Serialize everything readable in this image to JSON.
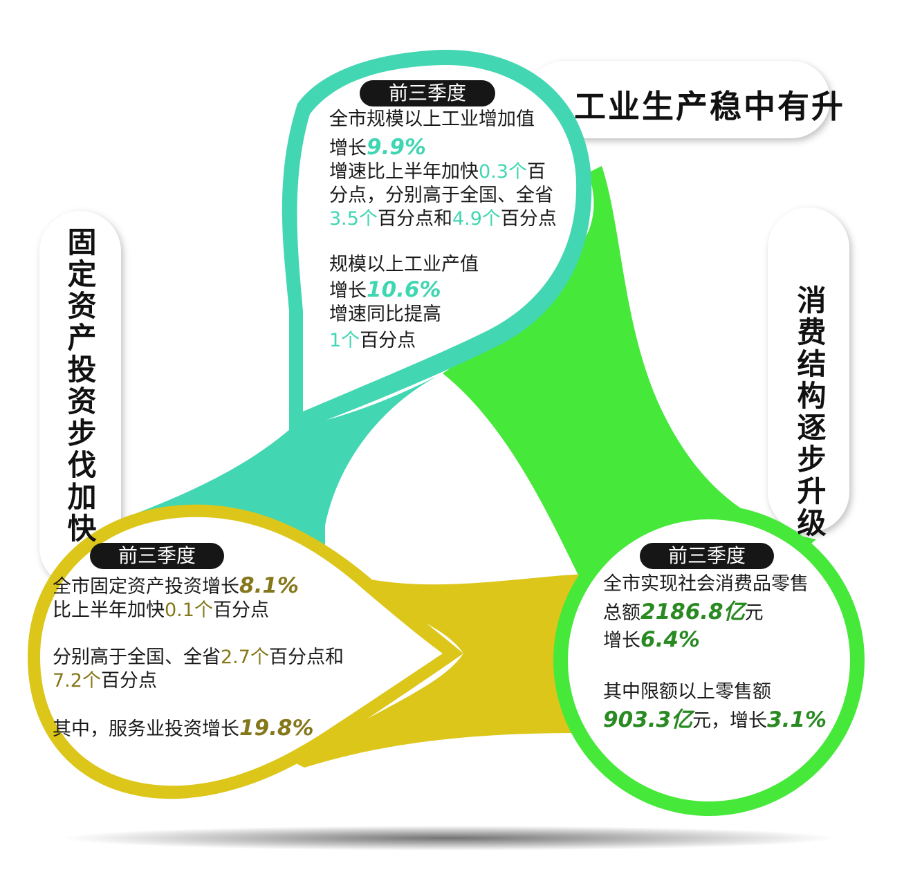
{
  "colors": {
    "teal": "#43d6b2",
    "green": "#46e83a",
    "gold": "#dcc61a",
    "teal_text": "#3fd6b2",
    "olive_text": "#85781b",
    "green_text": "#2a8a22"
  },
  "industry": {
    "title": "工业生产稳中有升",
    "badge": "前三季度",
    "l1": "全市规模以上工业增加值",
    "l2a": "增长",
    "l2b": "9.9%",
    "l3a": "增速比上半年加快",
    "l3b": "0.3个",
    "l3c": "百",
    "l4": "分点，分别高于全国、全省",
    "l5a": "3.5个",
    "l5b": "百分点和",
    "l5c": "4.9个",
    "l5d": "百分点",
    "l6": "规模以上工业产值",
    "l7a": "增长",
    "l7b": "10.6%",
    "l8": "增速同比提高",
    "l9a": "1个",
    "l9b": "百分点"
  },
  "investment": {
    "title": "固定资产投资步伐加快",
    "badge": "前三季度",
    "l1a": "全市固定资产投资增长",
    "l1b": "8.1%",
    "l2a": "比上半年加快",
    "l2b": "0.1个",
    "l2c": "百分点",
    "l3a": "分别高于全国、全省",
    "l3b": "2.7个",
    "l3c": "百分点和",
    "l4a": "7.2个",
    "l4b": "百分点",
    "l5a": "其中，服务业投资增长",
    "l5b": "19.8%"
  },
  "consumption": {
    "title": "消费结构逐步升级",
    "badge": "前三季度",
    "l1": "全市实现社会消费品零售",
    "l2a": "总额",
    "l2b": "2186.8亿",
    "l2c": "元",
    "l3a": "增长",
    "l3b": "6.4%",
    "l4": "其中限额以上零售额",
    "l5a": "903.3亿",
    "l5b": "元，增长",
    "l5c": "3.1%"
  }
}
